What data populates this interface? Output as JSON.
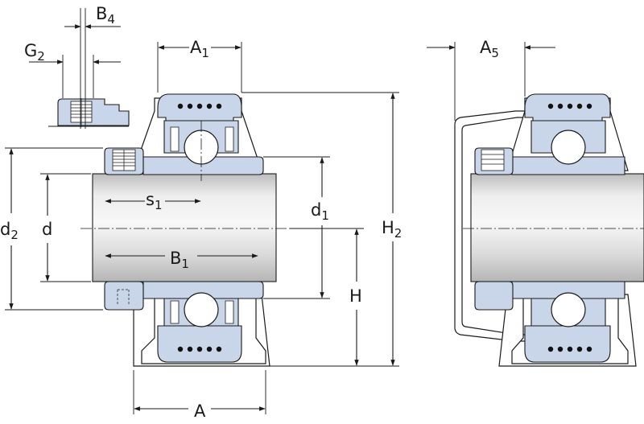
{
  "labels": {
    "B4": {
      "main": "B",
      "sub": "4"
    },
    "G2": {
      "main": "G",
      "sub": "2"
    },
    "A1": {
      "main": "A",
      "sub": "1"
    },
    "A5": {
      "main": "A",
      "sub": "5"
    },
    "s1": {
      "main": "s",
      "sub": "1"
    },
    "d1": {
      "main": "d",
      "sub": "1"
    },
    "d2": {
      "main": "d",
      "sub": "2"
    },
    "d": {
      "main": "d"
    },
    "H2": {
      "main": "H",
      "sub": "2"
    },
    "H": {
      "main": "H"
    },
    "B1": {
      "main": "B",
      "sub": "1"
    },
    "A": {
      "main": "A"
    }
  },
  "colors": {
    "insert": "#c9d5e8",
    "insert_dark": "#8ea3c7",
    "shaft_light": "#f4f4f4",
    "shaft_dark": "#b8b8b8",
    "line": "#1a1a1a"
  }
}
